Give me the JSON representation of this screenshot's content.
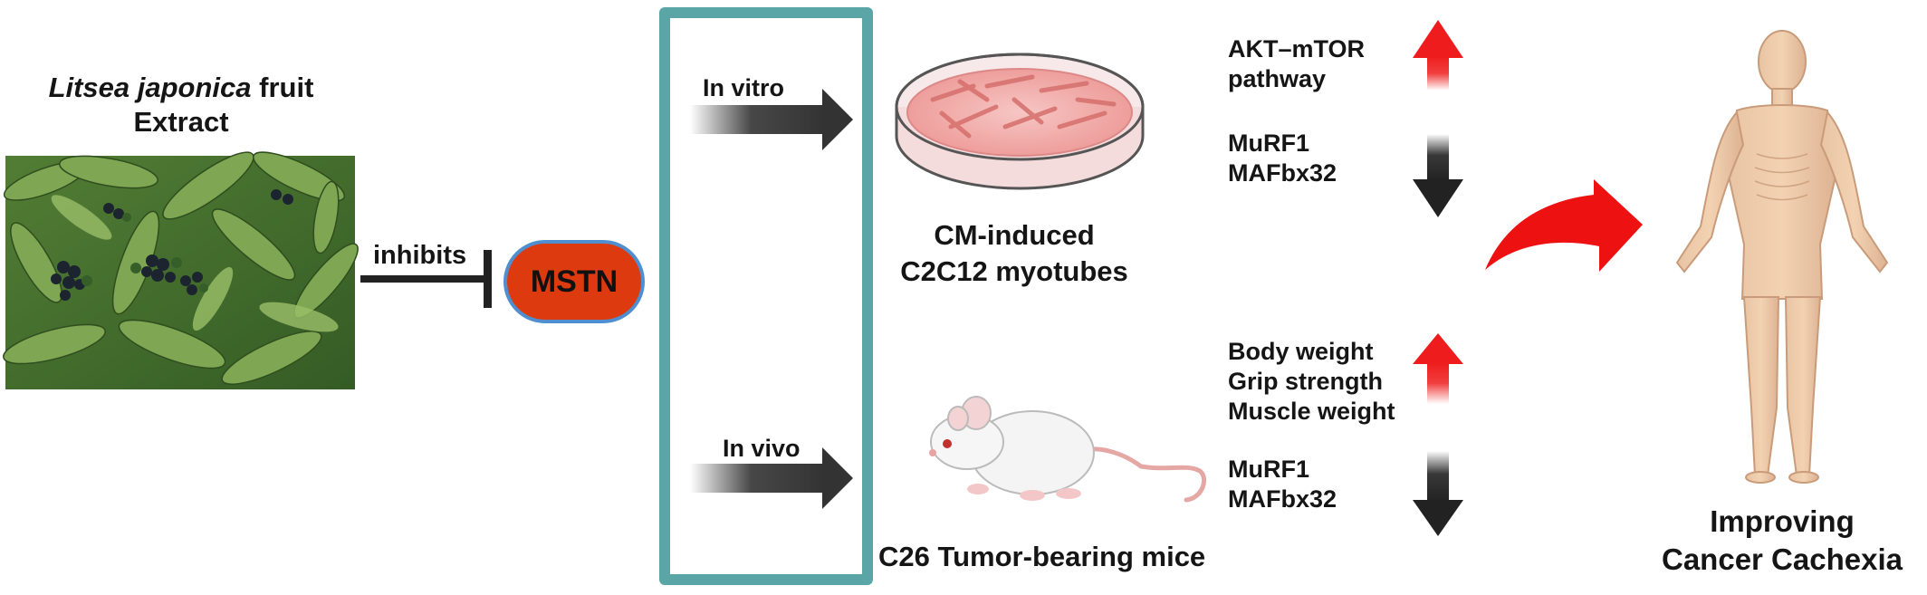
{
  "source": {
    "title_italic": "Litsea japonica",
    "title_rest": "fruit",
    "title_line2": "Extract",
    "photo_description": "photo-of-litsea-japonica-fruit-branches"
  },
  "inhibition": {
    "label": "inhibits",
    "target": "MSTN"
  },
  "branches": {
    "in_vitro_label": "In vitro",
    "in_vivo_label": "In vivo"
  },
  "in_vitro": {
    "model_line1": "CM-induced",
    "model_line2": "C2C12 myotubes",
    "up": {
      "line1": "AKT–mTOR",
      "line2": "pathway"
    },
    "down": {
      "line1": "MuRF1",
      "line2": "MAFbx32"
    }
  },
  "in_vivo": {
    "model": "C26 Tumor-bearing mice",
    "up": {
      "line1": "Body weight",
      "line2": "Grip strength",
      "line3": "Muscle weight"
    },
    "down": {
      "line1": "MuRF1",
      "line2": "MAFbx32"
    }
  },
  "outcome": {
    "line1": "Improving",
    "line2": "Cancer Cachexia"
  },
  "colors": {
    "mstn_fill": "#de3a10",
    "mstn_border": "#4f8fd0",
    "box_border": "#5aa6a6",
    "up_arrow": "#ee1c1c",
    "down_arrow": "#222222",
    "curved_arrow": "#ee1111"
  }
}
